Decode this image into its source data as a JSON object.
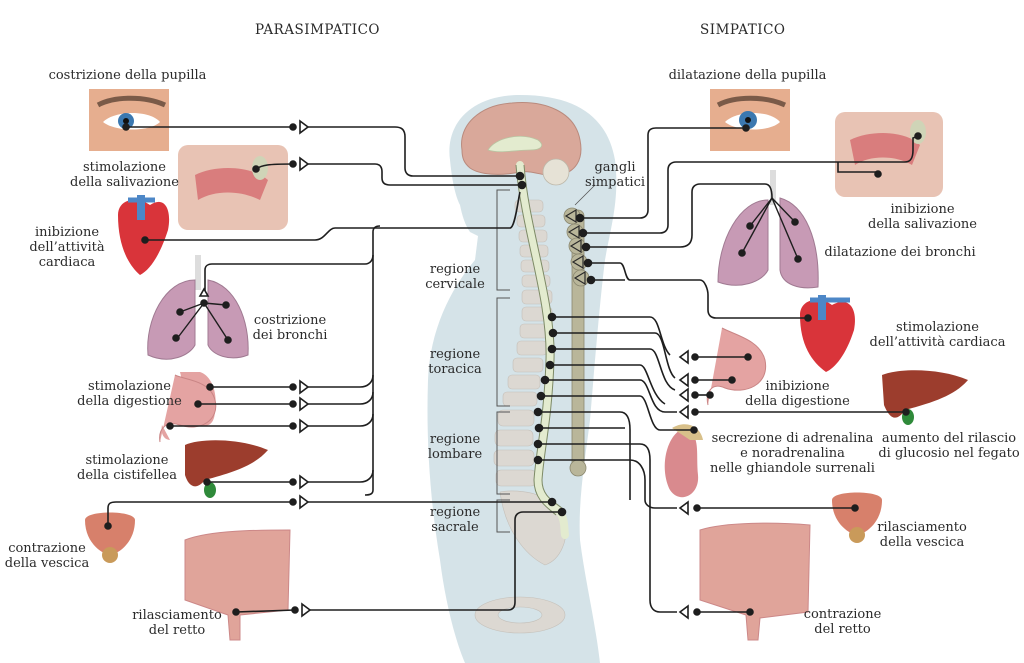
{
  "headers": {
    "parasympathetic": "PARASIMPATICO",
    "sympathetic": "SIMPATICO"
  },
  "center": {
    "ganglia_label": [
      "gangli",
      "simpatici"
    ],
    "regions": [
      [
        "regione",
        "cervicale"
      ],
      [
        "regione",
        "toracica"
      ],
      [
        "regione",
        "lombare"
      ],
      [
        "regione",
        "sacrale"
      ]
    ]
  },
  "parasympathetic": {
    "effects": [
      {
        "organ": "eye",
        "label": [
          "costrizione della pupilla"
        ]
      },
      {
        "organ": "salivary-glands",
        "label": [
          "stimolazione",
          "della salivazione"
        ]
      },
      {
        "organ": "heart",
        "label": [
          "inibizione",
          "dell’attività",
          "cardiaca"
        ]
      },
      {
        "organ": "lungs",
        "label": [
          "costrizione",
          "dei bronchi"
        ]
      },
      {
        "organ": "stomach",
        "label": [
          "stimolazione",
          "della digestione"
        ]
      },
      {
        "organ": "liver-gallbladder",
        "label": [
          "stimolazione",
          "della cistifellea"
        ]
      },
      {
        "organ": "bladder",
        "label": [
          "contrazione",
          "della vescica"
        ]
      },
      {
        "organ": "intestine-rectum",
        "label": [
          "rilasciamento",
          "del retto"
        ]
      }
    ]
  },
  "sympathetic": {
    "effects": [
      {
        "organ": "eye",
        "label": [
          "dilatazione della pupilla"
        ]
      },
      {
        "organ": "salivary-glands",
        "label": [
          "inibizione",
          "della salivazione"
        ]
      },
      {
        "organ": "lungs",
        "label": [
          "dilatazione dei bronchi"
        ]
      },
      {
        "organ": "heart",
        "label": [
          "stimolazione",
          "dell’attività cardiaca"
        ]
      },
      {
        "organ": "stomach",
        "label": [
          "inibizione",
          "della digestione"
        ]
      },
      {
        "organ": "liver",
        "label": [
          "aumento del rilascio",
          "di glucosio nel fegato"
        ]
      },
      {
        "organ": "adrenal-kidney",
        "label": [
          "secrezione di adrenalina",
          "e noradrenalina",
          "nelle ghiandole surrenali"
        ]
      },
      {
        "organ": "bladder",
        "label": [
          "rilasciamento",
          "della vescica"
        ]
      },
      {
        "organ": "intestine-rectum",
        "label": [
          "contrazione",
          "del retto"
        ]
      }
    ]
  },
  "colors": {
    "body_silhouette": "#d5e3e8",
    "nerve_line": "#1e1e1e",
    "spinal_cord": "#e3ebcf",
    "brain": "#d9a89a",
    "ganglia_chain": "#b9b69a",
    "vertebra": "#dcd8d2",
    "eye_skin": "#e6ae8f",
    "iris": "#3b78b0",
    "heart_red": "#d9343a",
    "heart_blue": "#4d87c7",
    "lung": "#c79ab5",
    "stomach": "#e4a3a2",
    "liver": "#9c3d2d",
    "gallbladder": "#2f8a3a",
    "bladder": "#d7806b",
    "intestine": "#e0a49a",
    "kidney": "#d98a8e",
    "adrenal": "#d8c08a"
  }
}
